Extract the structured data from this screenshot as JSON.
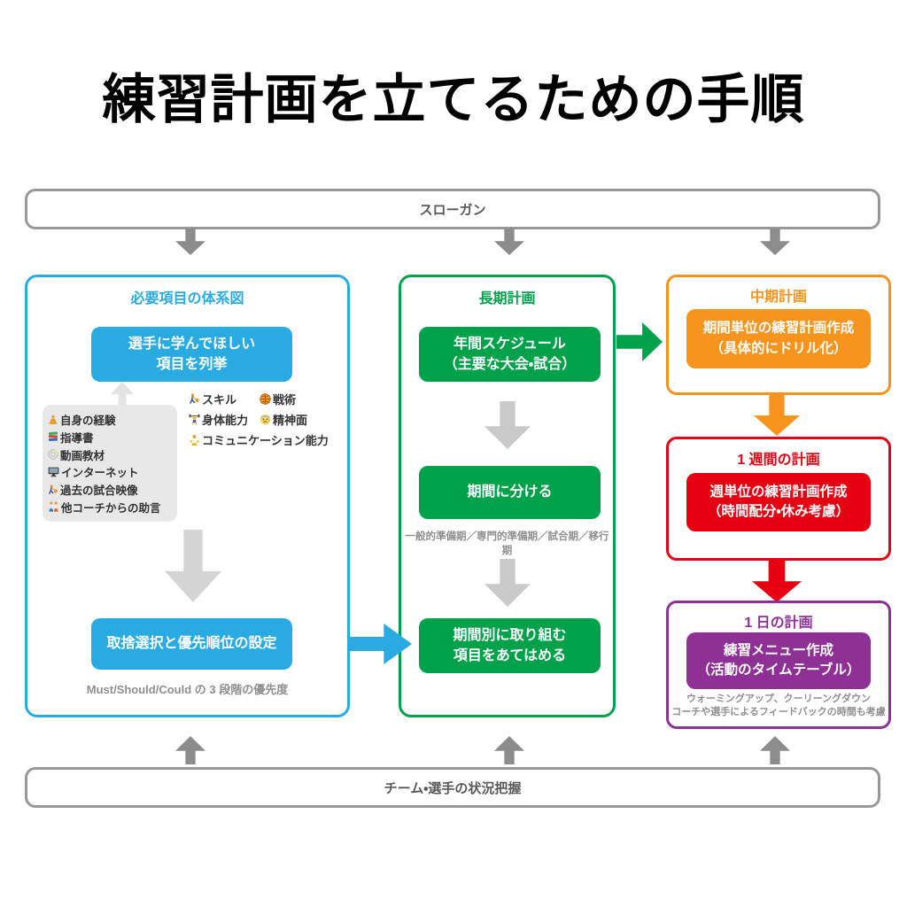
{
  "title": "練習計画を立てるための手順",
  "palette": {
    "blue": "#29abe2",
    "green": "#00a14b",
    "orange": "#f7941e",
    "red": "#e60012",
    "purple": "#8f3097",
    "gray_arrow": "#8c8c8c",
    "light_gray_arrow": "#d4d4d4"
  },
  "slogan_bar": {
    "label": "スローガン"
  },
  "bottom_bar": {
    "label": "チーム・選手の状況把握"
  },
  "left": {
    "title": "必要項目の体系図",
    "list_box": {
      "line1": "選手に学んでほしい",
      "line2": "項目を列挙"
    },
    "categories": [
      {
        "icon": "basketball-player-icon",
        "label": "スキル"
      },
      {
        "icon": "basketball-icon",
        "label": "戦術"
      },
      {
        "icon": "weightlifter-icon",
        "label": "身体能力"
      },
      {
        "icon": "anxious-face-icon",
        "label": "精神面"
      },
      {
        "icon": "communication-icon",
        "label": "コミュニケーション能力"
      }
    ],
    "sources": [
      {
        "icon": "meditation-icon",
        "label": "自身の経験"
      },
      {
        "icon": "books-icon",
        "label": "指導書"
      },
      {
        "icon": "cd-icon",
        "label": "動画教材"
      },
      {
        "icon": "computer-icon",
        "label": "インターネット"
      },
      {
        "icon": "basketball-player-icon",
        "label": "過去の試合映像"
      },
      {
        "icon": "two-people-icon",
        "label": "他コーチからの助言"
      }
    ],
    "priority_box": {
      "label": "取捨選択と優先順位の設定"
    },
    "caption": "Must/Should/Could の 3 段階の優先度"
  },
  "middle": {
    "title": "長期計画",
    "schedule_box": {
      "line1": "年間スケジュール",
      "line2": "（主要な大会・試合）"
    },
    "period_box": {
      "label": "期間に分ける"
    },
    "period_caption": "一般的準備期／専門的準備期／試合期／移行期",
    "assign_box": {
      "line1": "期間別に取り組む",
      "line2": "項目をあてはめる"
    }
  },
  "right": {
    "mid_term": {
      "title": "中期計画",
      "box": {
        "line1": "期間単位の練習計画作成",
        "line2": "（具体的にドリル化）"
      }
    },
    "weekly": {
      "title": "1 週間の計画",
      "box": {
        "line1": "週単位の練習計画作成",
        "line2": "（時間配分・休み考慮）"
      }
    },
    "daily": {
      "title": "1 日の計画",
      "box": {
        "line1": "練習メニュー作成",
        "line2": "（活動のタイムテーブル）"
      },
      "caption_line1": "ウォーミングアップ、クーリーングダウン",
      "caption_line2": "コーチや選手によるフィードバックの時間も考慮"
    }
  }
}
